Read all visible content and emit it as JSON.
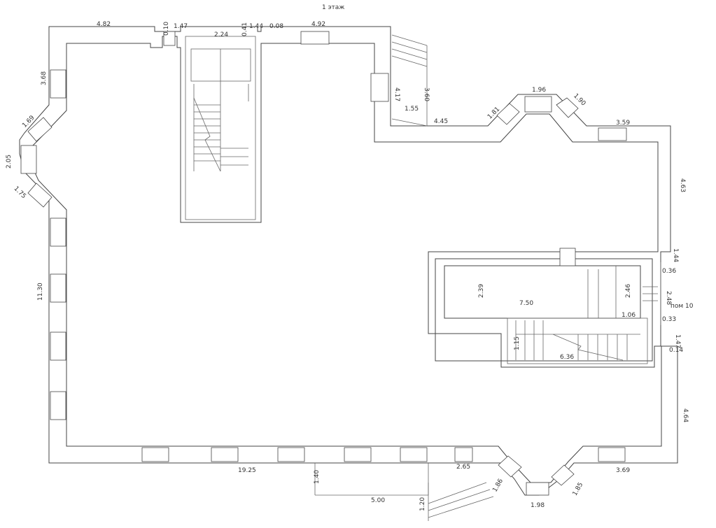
{
  "plan": {
    "title": "1 этаж",
    "room_label": "пом 10",
    "dimensions": {
      "d_4_82": "4.82",
      "d_0_10": "0.10",
      "d_1_47_top": "1.47",
      "d_2_24": "2.24",
      "d_0_41": "0.41",
      "d_1_44_top": "1.44",
      "d_0_08": "0.08",
      "d_4_92": "4.92",
      "d_4_17": "4.17",
      "d_3_60": "3.60",
      "d_1_55": "1.55",
      "d_4_45": "4.45",
      "d_1_81": "1.81",
      "d_1_96": "1.96",
      "d_1_90": "1.90",
      "d_3_59": "3.59",
      "d_4_63": "4.63",
      "d_1_44_right": "1.44",
      "d_0_36": "0.36",
      "d_2_48": "2.48",
      "d_0_33": "0.33",
      "d_1_47_right": "1.47",
      "d_0_14": "0.14",
      "d_4_64": "4.64",
      "d_3_68": "3.68",
      "d_1_69": "1.69",
      "d_2_05": "2.05",
      "d_1_75": "1.75",
      "d_11_30": "11.30",
      "d_19_25": "19.25",
      "d_1_40": "1.40",
      "d_5_00": "5.00",
      "d_1_20": "1.20",
      "d_2_65": "2.65",
      "d_1_86": "1.86",
      "d_1_98": "1.98",
      "d_1_85": "1.85",
      "d_3_69": "3.69",
      "d_2_39": "2.39",
      "d_7_50": "7.50",
      "d_2_46": "2.46",
      "d_1_06": "1.06",
      "d_1_15": "1.15",
      "d_6_36": "6.36"
    }
  }
}
